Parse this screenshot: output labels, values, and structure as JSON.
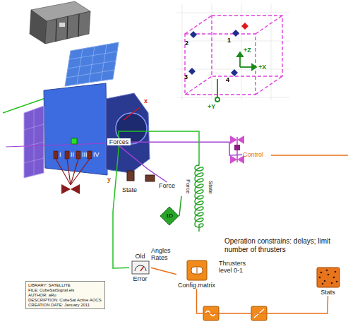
{
  "diagram": {
    "nodes": [
      {
        "text": [
          "Forces"
        ]
      },
      {
        "text": [
          "Control"
        ]
      },
      {
        "text": [
          "State"
        ]
      },
      {
        "text": [
          "Force"
        ]
      },
      {
        "text": [
          "Force",
          "State"
        ]
      },
      {
        "text": [
          "1D"
        ]
      },
      {
        "text": [
          "Old",
          "Error"
        ]
      },
      {
        "text": [
          "Config.matrix"
        ]
      },
      {
        "text": [
          "Stats"
        ]
      },
      {
        "text": [
          "LIBRARY: SATELLITE",
          "FILE: CubeSatSignal.els",
          "AUTHOR: aRu",
          "DESCRIPTION: CubeSat Active AOCS",
          "CREATION DATE: January 2011"
        ]
      }
    ],
    "edges": [
      {
        "from": 0,
        "to": 1,
        "arrow": "none"
      },
      {
        "from": 0,
        "to": 6,
        "arrow": "none"
      },
      {
        "from": 0,
        "to": 3,
        "arrow": "none"
      },
      {
        "from": 4,
        "to": 0,
        "arrow": "none"
      },
      {
        "from": 5,
        "to": 4,
        "arrow": "none"
      },
      {
        "from": 6,
        "to": 7,
        "arrow": "none"
      },
      {
        "from": 7,
        "to": 8,
        "arrow": "none"
      }
    ],
    "labels": [
      "2",
      "1",
      "3",
      "4",
      "+Z",
      "+X",
      "+Y",
      "x",
      "y",
      "I",
      "II",
      "III",
      "IV",
      "Angles Rates",
      "Thrusters level 0-1",
      "Operation constrains: delays; limit number of thrusters"
    ]
  }
}
